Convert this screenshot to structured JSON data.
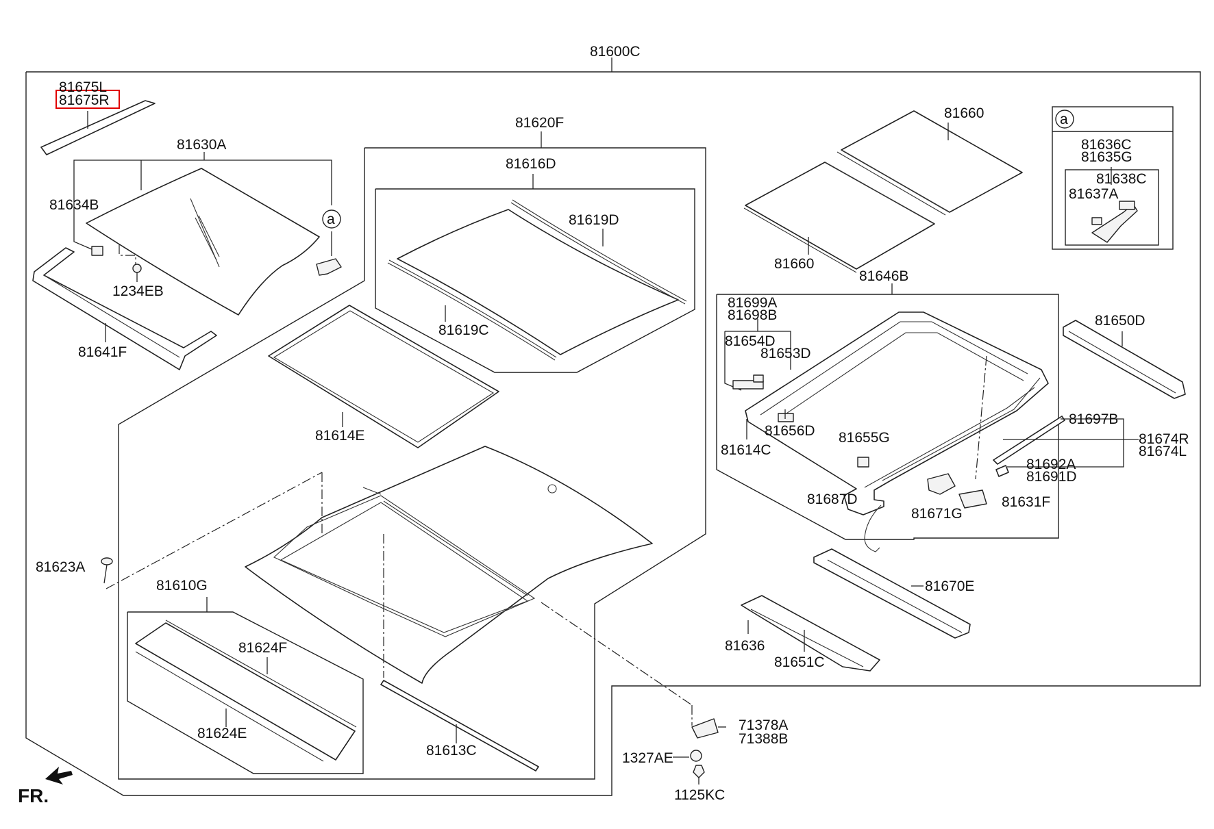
{
  "callout_letter": "a",
  "orientation_label": "FR.",
  "part_labels": {
    "assembly": "81600C",
    "deflector_seal_l": "81675L",
    "deflector_seal_r": "81675R",
    "glass_assembly": "81630A",
    "glass_bracket": "81634B",
    "bolt": "1234EB",
    "front_deflector": "81641F",
    "glass_panel_assy": "81620F",
    "glass_panel": "81616D",
    "weatherstrip_rear": "81619D",
    "weatherstrip_front": "81619C",
    "glass_seal": "81614E",
    "drain_plug": "81623A",
    "rear_glass_assy": "81610G",
    "rear_molding_f": "81624F",
    "rear_molding_e": "81624E",
    "roof_molding": "81613C",
    "sunshade_upper": "81660",
    "sunshade_lower": "81660",
    "detail_part_c": "81636C",
    "detail_part_g": "81635G",
    "detail_part_638c": "81638C",
    "detail_part_637a": "81637A",
    "frame_assy": "81646B",
    "link_699a": "81699A",
    "link_698b": "81698B",
    "guide_654d": "81654D",
    "guide_653d": "81653D",
    "cover_656d": "81656D",
    "screw_614c": "81614C",
    "clip_655g": "81655G",
    "wiring_687d": "81687D",
    "motor_671g": "81671G",
    "bracket_631f": "81631F",
    "rail_650d": "81650D",
    "rail_697b": "81697B",
    "rail_674r": "81674R",
    "rail_674l": "81674L",
    "seal_692a": "81692A",
    "seal_691d": "81691D",
    "rail_670e": "81670E",
    "screw_81636": "81636",
    "bracket_651c": "81651C",
    "hose_71378a": "71378A",
    "hose_71388b": "71388B",
    "nut_1327ae": "1327AE",
    "bolt_1125kc": "1125KC"
  }
}
